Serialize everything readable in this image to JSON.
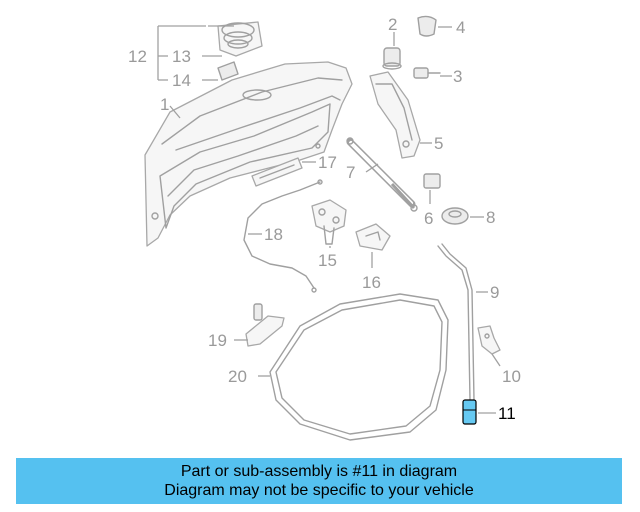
{
  "diagram": {
    "callouts": [
      "1",
      "2",
      "3",
      "4",
      "5",
      "6",
      "7",
      "8",
      "9",
      "10",
      "11",
      "12",
      "13",
      "14",
      "15",
      "16",
      "17",
      "18",
      "19",
      "20"
    ],
    "highlight_color": "#55c1f0"
  },
  "banner": {
    "line1": "Part or sub-assembly is #11 in diagram",
    "line2": "Diagram may not be specific to your vehicle"
  }
}
